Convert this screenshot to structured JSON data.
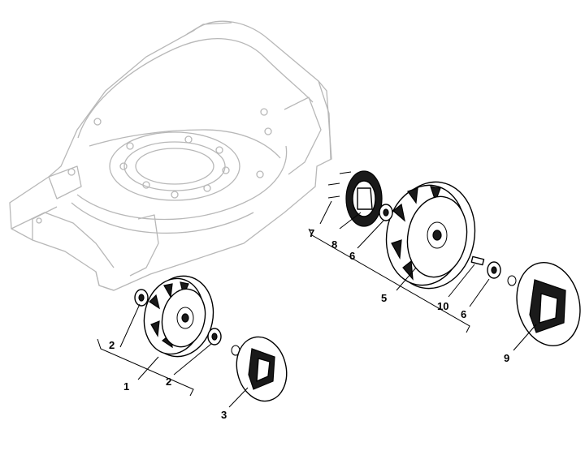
{
  "diagram": {
    "parts": [
      {
        "id": "1",
        "label": "1",
        "name": "front-wheel-assembly"
      },
      {
        "id": "2a",
        "label": "2",
        "name": "front-wheel-bearing-inner"
      },
      {
        "id": "2b",
        "label": "2",
        "name": "front-wheel-bearing-outer"
      },
      {
        "id": "3",
        "label": "3",
        "name": "front-hubcap"
      },
      {
        "id": "5",
        "label": "5",
        "name": "rear-wheel-assembly"
      },
      {
        "id": "6a",
        "label": "6",
        "name": "rear-wheel-bearing-inner"
      },
      {
        "id": "6b",
        "label": "6",
        "name": "rear-wheel-bearing-outer"
      },
      {
        "id": "7",
        "label": "7",
        "name": "screws"
      },
      {
        "id": "8",
        "label": "8",
        "name": "gear-ring"
      },
      {
        "id": "9",
        "label": "9",
        "name": "rear-hubcap"
      },
      {
        "id": "10",
        "label": "10",
        "name": "axle-pin"
      }
    ],
    "colors": {
      "deck_stroke": "#b8b8b8",
      "part_stroke": "#000000"
    }
  }
}
